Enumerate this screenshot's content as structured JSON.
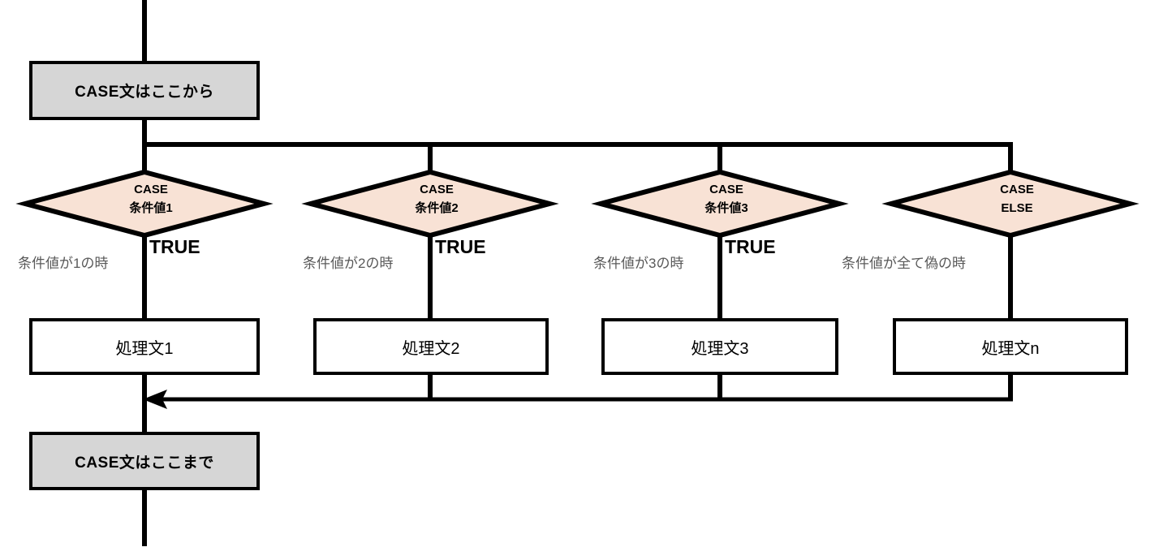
{
  "diagram": {
    "type": "flowchart",
    "title": "CASE statement flowchart",
    "colors": {
      "terminator_fill": "#d6d6d6",
      "decision_fill": "#f8e2d5",
      "process_fill": "#ffffff",
      "line": "#000000",
      "caption_text": "#595959"
    },
    "start_box": {
      "label": "CASE文はここから"
    },
    "end_box": {
      "label": "CASE文はここまで"
    },
    "branches": [
      {
        "decision_line1": "CASE",
        "decision_line2": "条件値1",
        "true_label": "TRUE",
        "caption": "条件値が1の時",
        "process": "処理文1"
      },
      {
        "decision_line1": "CASE",
        "decision_line2": "条件値2",
        "true_label": "TRUE",
        "caption": "条件値が2の時",
        "process": "処理文2"
      },
      {
        "decision_line1": "CASE",
        "decision_line2": "条件値3",
        "true_label": "TRUE",
        "caption": "条件値が3の時",
        "process": "処理文3"
      },
      {
        "decision_line1": "CASE",
        "decision_line2": "ELSE",
        "true_label": "",
        "caption": "条件値が全て偽の時",
        "process": "処理文n"
      }
    ]
  }
}
